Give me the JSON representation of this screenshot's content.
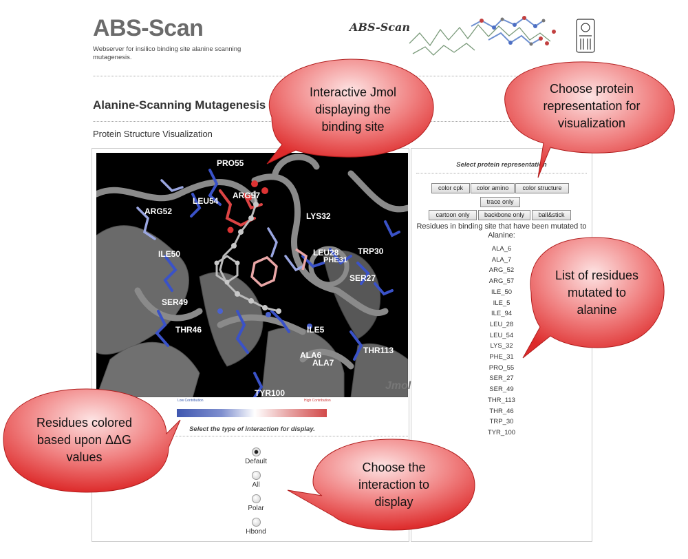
{
  "header": {
    "title": "ABS-Scan",
    "subtitle": "Webserver for insilico binding site alanine scanning mutagenesis.",
    "logo_text": "ABS-Scan"
  },
  "section_title": "Alanine-Scanning Mutagenesis",
  "viz_label": "Protein Structure Visualization",
  "jmol": {
    "watermark": "Jmol",
    "residue_labels": [
      "PRO55",
      "ARG57",
      "LEU54",
      "ARG52",
      "LYS32",
      "LEU28",
      "PHE31",
      "TRP30",
      "ILE50",
      "SER27",
      "SER49",
      "THR46",
      "ILE5",
      "ALA6",
      "ALA7",
      "THR113",
      "TYR100"
    ]
  },
  "legend": {
    "low": "Low Contribution",
    "high": "High Contribution"
  },
  "interaction": {
    "label": "Select the type of interaction for display.",
    "options": [
      "Default",
      "All",
      "Polar",
      "Hbond"
    ],
    "selected": "Default"
  },
  "representation": {
    "label": "Select protein representation",
    "buttons_row1": [
      "color cpk",
      "color amino",
      "color structure"
    ],
    "buttons_row2": [
      "trace only"
    ],
    "buttons_row3": [
      "cartoon only",
      "backbone only",
      "ball&stick"
    ]
  },
  "mutated": {
    "heading": "Residues in binding site that have been mutated to Alanine:",
    "residues": [
      "ALA_6",
      "ALA_7",
      "ARG_52",
      "ARG_57",
      "ILE_50",
      "ILE_5",
      "ILE_94",
      "LEU_28",
      "LEU_54",
      "LYS_32",
      "PHE_31",
      "PRO_55",
      "SER_27",
      "SER_49",
      "THR_113",
      "THR_46",
      "TRP_30",
      "TYR_100"
    ]
  },
  "callouts": {
    "jmol": "Interactive Jmol displaying the binding site",
    "representation": "Choose protein representation for visualization",
    "residues": "List of residues mutated to alanine",
    "colored": "Residues colored based upon ΔΔG values",
    "interaction": "Choose the interaction to display"
  },
  "colors": {
    "callout_fill_light": "#fde3e3",
    "callout_fill_dark": "#dd2b2b",
    "low_contribution": "#3f57b0",
    "high_contribution": "#d24a4a"
  }
}
